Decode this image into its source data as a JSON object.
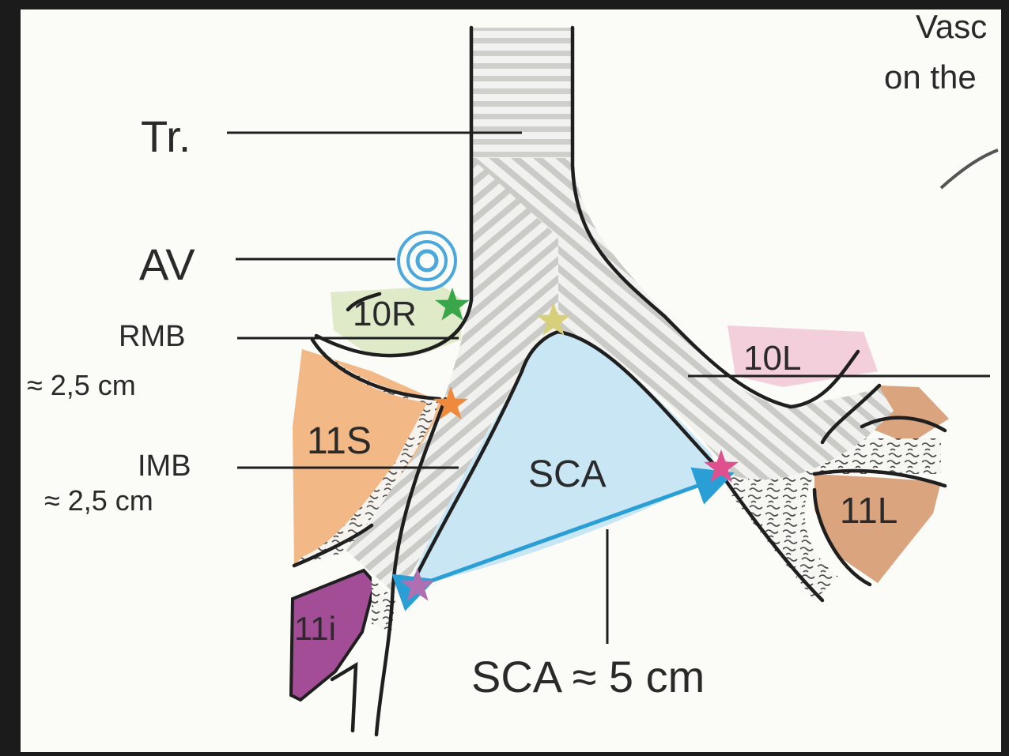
{
  "colors": {
    "frame": "#1b1b1b",
    "paper": "#fbfbf7",
    "ink": "#1f1f1f",
    "station_10R": "#dfeac8",
    "station_11S": "#f2b987",
    "station_11i": "#a24d96",
    "station_10L": "#f3cfdc",
    "station_11L": "#d9a47e",
    "subcarinal": "#c9e6f5",
    "arrow": "#2a9fd6",
    "ring": "#4aa8dc",
    "star_green": "#3aa64a",
    "star_yellow": "#d8cf7a",
    "star_orange": "#ef8a3c",
    "star_pink": "#e0508e",
    "star_purple": "#b06fb0"
  },
  "icons": [
    "aortic-ring-icon",
    "star-icon"
  ],
  "labels": {
    "corner_line1": "Vasc",
    "corner_line2": "on the",
    "tr": "Tr.",
    "av": "AV",
    "rmb": "RMB",
    "rmb_len": "≈ 2,5 cm",
    "imb": "IMB",
    "imb_len": "≈ 2,5 cm",
    "s10r": "10R",
    "s11s": "11S",
    "s11i": "11i",
    "s10l": "10L",
    "s11l": "11L",
    "sca": "SCA",
    "sca_len": "SCA ≈ 5 cm"
  }
}
